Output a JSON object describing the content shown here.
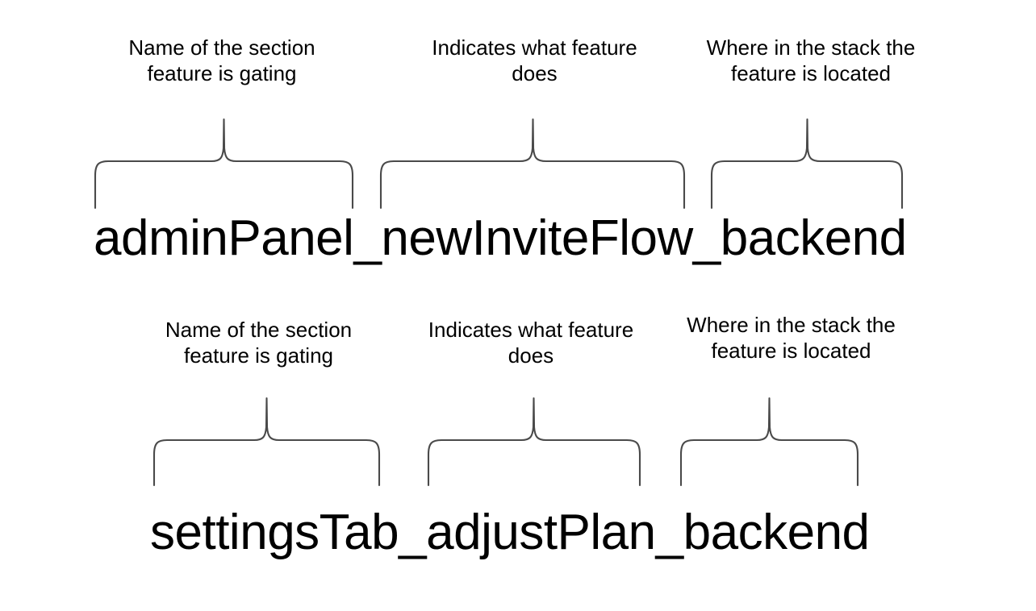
{
  "page": {
    "background_color": "#ffffff",
    "text_color": "#000000",
    "brace_color": "#4a4a4a"
  },
  "groups": [
    {
      "id": "group-top",
      "feature_flag": "adminPanel_newInviteFlow_backend",
      "segments": [
        {
          "id": "section-name",
          "label": "Name of the section\nfeature is gating",
          "token": "adminPanel"
        },
        {
          "id": "feature-action",
          "label": "Indicates what feature\ndoes",
          "token": "newInviteFlow"
        },
        {
          "id": "stack-location",
          "label": "Where in the stack the\nfeature is located",
          "token": "backend"
        }
      ]
    },
    {
      "id": "group-bottom",
      "feature_flag": "settingsTab_adjustPlan_backend",
      "segments": [
        {
          "id": "section-name",
          "label": "Name of the section\nfeature is gating",
          "token": "settingsTab"
        },
        {
          "id": "feature-action",
          "label": "Indicates what feature\ndoes",
          "token": "adjustPlan"
        },
        {
          "id": "stack-location",
          "label": "Where in the stack the\nfeature is located",
          "token": "backend"
        }
      ]
    }
  ]
}
